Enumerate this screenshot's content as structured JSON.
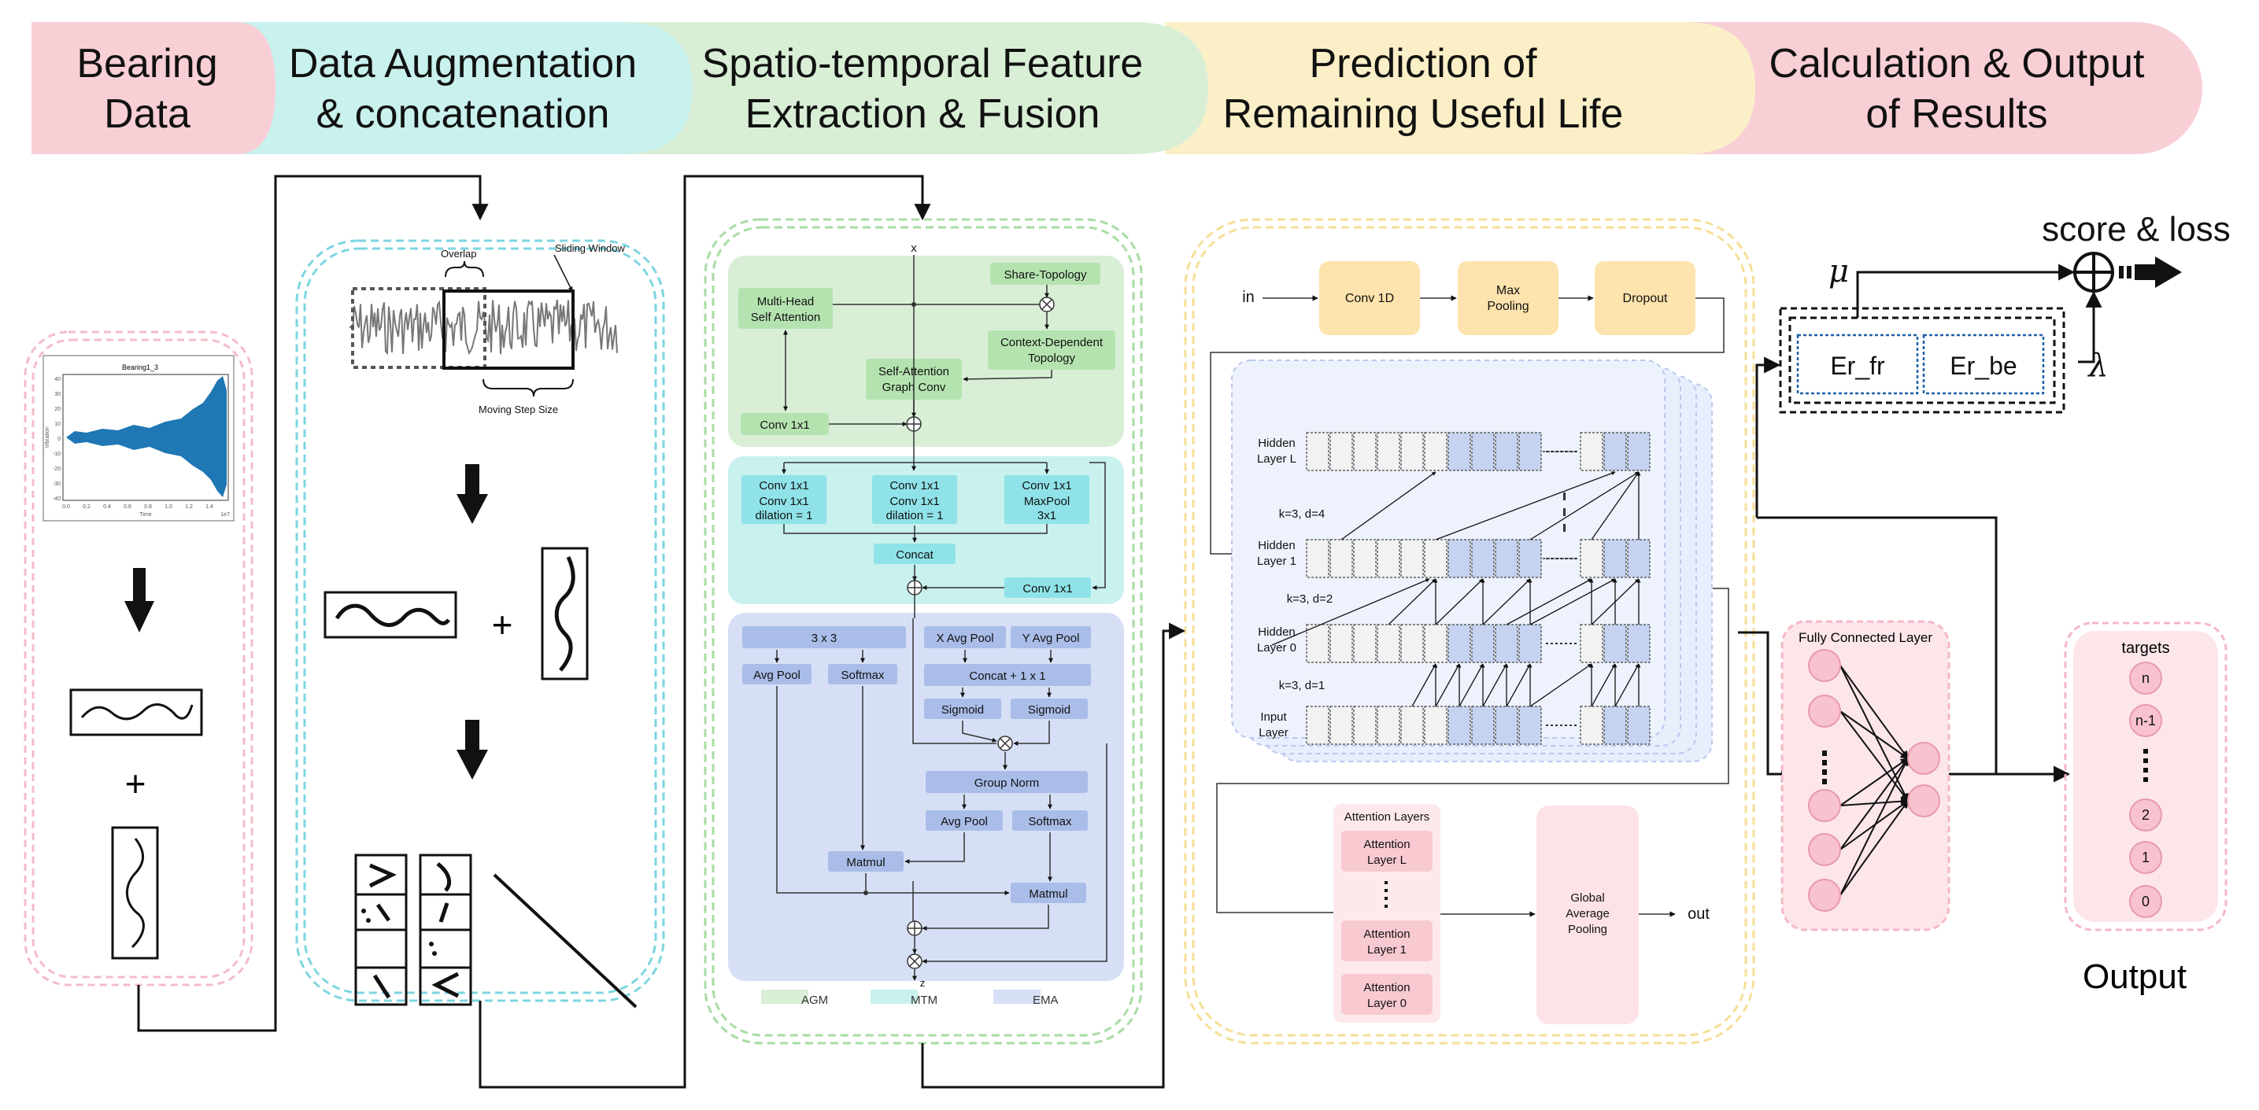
{
  "stages": [
    {
      "line1": "Bearing",
      "line2": "Data"
    },
    {
      "line1": "Data Augmentation",
      "line2": "& concatenation"
    },
    {
      "line1": "Spatio-temporal Feature",
      "line2": "Extraction & Fusion"
    },
    {
      "line1": "Prediction of",
      "line2": "Remaining Useful Life"
    },
    {
      "line1": "Calculation & Output",
      "line2": "of Results"
    }
  ],
  "colors": {
    "stage_pink": "#f9cfd6",
    "stage_cyan": "#c9f1ee",
    "stage_green": "#d8efd6",
    "stage_yellow": "#fbefc7",
    "agm_green": "#b5e3b0",
    "mtm_cyan": "#8fe3e8",
    "ema_blue": "#c5d3f1",
    "conv_yellow": "#fde3ad",
    "attention_pink": "#f8c9d1"
  },
  "bearing": {
    "plot_title": "Bearing1_3",
    "xlabel": "Time",
    "ylabel": "Vibration",
    "yticks": [
      "40",
      "30",
      "20",
      "10",
      "0",
      "-10",
      "-20",
      "-30",
      "-40"
    ],
    "xticks": [
      "0.0",
      "0.2",
      "0.4",
      "0.6",
      "0.8",
      "1.0",
      "1.2",
      "1.4"
    ],
    "x_exponent": "1e7"
  },
  "augmentation": {
    "overlap": "Overlap",
    "sliding_window": "Sliding Window",
    "moving_step": "Moving Step Size",
    "plus": "+"
  },
  "agm": {
    "x": "x",
    "multi_head": "Multi-Head",
    "self_attention": "Self Attention",
    "share_topology": "Share-Topology",
    "context_dependent": "Context-Dependent",
    "topology": "Topology",
    "sa_graph_conv_1": "Self-Attention",
    "sa_graph_conv_2": "Graph Conv",
    "conv1x1": "Conv 1x1"
  },
  "mtm": {
    "b1_l1": "Conv 1x1",
    "b1_l2": "Conv 1x1",
    "b1_l3": "dilation = 1",
    "b2_l1": "Conv 1x1",
    "b2_l2": "Conv 1x1",
    "b2_l3": "dilation = 1",
    "b3_l1": "Conv 1x1",
    "b3_l2": "MaxPool",
    "b3_l3": "3x1",
    "concat": "Concat",
    "conv_side": "Conv 1x1"
  },
  "ema": {
    "b3x3": "3 x 3",
    "x_avg": "X Avg Pool",
    "y_avg": "Y Avg Pool",
    "avg_pool": "Avg Pool",
    "softmax": "Softmax",
    "concat": "Concat + 1 x 1",
    "sigmoid": "Sigmoid",
    "group_norm": "Group Norm",
    "matmul": "Matmul",
    "z": "z"
  },
  "legend": [
    "AGM",
    "MTM",
    "EMA"
  ],
  "prediction": {
    "in": "in",
    "conv1d": "Conv 1D",
    "max": "Max",
    "pooling": "Pooling",
    "dropout": "Dropout",
    "hidden_l_1": "Hidden",
    "hidden_l_2": "Layer L",
    "hidden_1_1": "Hidden",
    "hidden_1_2": "Layer 1",
    "hidden_0_1": "Hidden",
    "hidden_0_2": "Layer 0",
    "input_1": "Input",
    "input_2": "Layer",
    "k_d4": "k=3, d=4",
    "k_d2": "k=3, d=2",
    "k_d1": "k=3, d=1",
    "attention_layers": "Attention Layers",
    "att_l_1": "Attention",
    "att_l_2": "Layer L",
    "att_1_1": "Attention",
    "att_1_2": "Layer 1",
    "att_0_1": "Attention",
    "att_0_2": "Layer 0",
    "gap_1": "Global",
    "gap_2": "Average",
    "gap_3": "Pooling",
    "out": "out"
  },
  "results": {
    "score_loss": "score & loss",
    "mu": "μ",
    "lambda": "λ",
    "er_fr": "Er_fr",
    "er_be": "Er_be",
    "fc_label": "Fully Connected Layer",
    "targets": "targets",
    "targets_list": [
      "n",
      "n-1",
      "2",
      "1",
      "0"
    ],
    "output": "Output"
  }
}
